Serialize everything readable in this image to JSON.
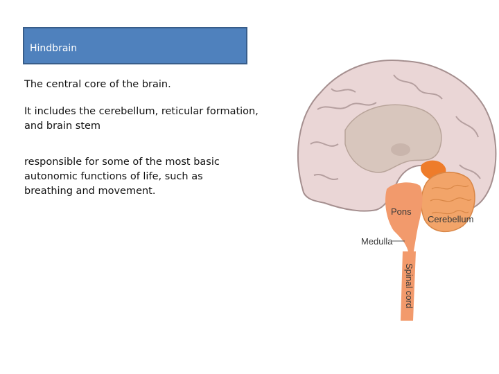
{
  "slide": {
    "title": "Hindbrain",
    "paragraphs": [
      "The central core of the brain.",
      "It includes the cerebellum, reticular formation, and brain stem",
      "responsible for some of the most basic autonomic functions of life, such as breathing and movement."
    ]
  },
  "figure": {
    "labels": {
      "pons": "Pons",
      "cerebellum": "Cerebellum",
      "medulla": "Medulla",
      "spinal_cord": "Spinal cord"
    },
    "colors": {
      "cortex": "#ead6d6",
      "cortex_outline": "#a58f8f",
      "inner": "#d8c6bd",
      "brainstem": "#f29a6c",
      "cerebellum": "#f2a469",
      "midbrain": "#ee7c2b",
      "spinal_cord": "#f29a6c"
    }
  }
}
